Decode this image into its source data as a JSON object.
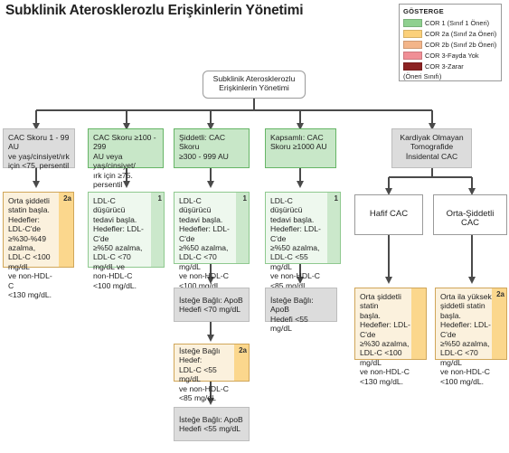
{
  "title": "Subklinik Aterosklerozlu Erişkinlerin Yönetimi",
  "legend": {
    "heading": "GÖSTERGE",
    "items": [
      {
        "label": "COR 1 (Sınıf 1 Öneri)",
        "color": "#8fd08f"
      },
      {
        "label": "COR 2a (Sınıf 2a Öneri)",
        "color": "#fbd07a"
      },
      {
        "label": "COR 2b (Sınıf 2b Öneri)",
        "color": "#f3b58a"
      },
      {
        "label": "COR 3-Fayda Yok",
        "color": "#f08f96"
      },
      {
        "label": "COR 3-Zarar",
        "color": "#8c2323"
      }
    ],
    "note": "(Öneri Sınıfı)"
  },
  "root": "Subklinik Aterosklerozlu\nErişkinlerin Yönetimi",
  "categories": {
    "cac1": "CAC Skoru 1 - 99 AU\nve yaş/cinsiyet/ırk\niçin <75. persentil",
    "cac100": "CAC Skoru ≥100 - 299\nAU veya yaş/cinsiyet/\nırk için ≥75. persentil",
    "cac300": "Şiddetli: CAC Skoru\n≥300 - 999 AU",
    "cac1000": "Kapsamlı: CAC\nSkoru ≥1000 AU",
    "incidental": "Kardiyak Olmayan\nTomografide\nİnsidental CAC"
  },
  "recs": {
    "r1": {
      "text": "Orta şiddetli\nstatin başla.\nHedefler: LDL-C'de\n≥%30-%49 azalma,\nLDL-C <100 mg/dL\nve non-HDL-C\n<130 mg/dL.",
      "cor": "2a"
    },
    "r2": {
      "text": "LDL-C düşürücü\ntedavi başla.\nHedefler: LDL-C'de\n≥%50 azalma,\nLDL-C <70 mg/dL ve\nnon-HDL-C\n<100 mg/dL.",
      "cor": "1"
    },
    "r3": {
      "text": "LDL-C düşürücü\ntedavi başla.\nHedefler: LDL-C'de\n≥%50 azalma,\nLDL-C <70 mg/dL\nve non-HDL-C\n<100 mg/dL.",
      "cor": "1"
    },
    "r4": {
      "text": "LDL-C düşürücü\ntedavi başla.\nHedefler: LDL-C'de\n≥%50 azalma,\nLDL-C <55 mg/dL\nve non-HDL-C\n<85 mg/dL.",
      "cor": "1"
    },
    "r5": {
      "text": "Orta şiddetli statin\nbaşla.\nHedefler: LDL-C'de\n≥%30 azalma,\nLDL-C <100 mg/dL\nve non-HDL-C\n<130 mg/dL.",
      "cor": ""
    },
    "r6": {
      "text": "Orta ila yüksek\nşiddetli statin\nbaşla.\nHedefler: LDL-C'de\n≥%50 azalma,\nLDL-C <70 mg/dL\nve non-HDL-C\n<100 mg/dL.",
      "cor": "2a"
    }
  },
  "optional": {
    "apob70": "İsteğe Bağlı: ApoB\nHedefi <70 mg/dL",
    "ldl55": {
      "text": "İsteğe Bağlı Hedef:\nLDL-C <55 mg/dL\nve non-HDL-C\n<85 mg/dL",
      "cor": "2a"
    },
    "apob55a": "İsteğe Bağlı: ApoB\nHedefi <55 mg/dL",
    "apob55b": "İsteğe Bağlı: ApoB\nHedefi <55 mg/dL"
  },
  "incidental_split": {
    "mild": "Hafif CAC",
    "moderate": "Orta-Şiddetli CAC"
  }
}
